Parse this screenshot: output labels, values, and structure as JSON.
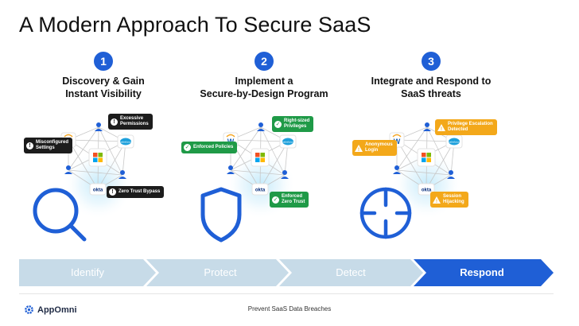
{
  "slide": {
    "title": "A Modern Approach To Secure SaaS"
  },
  "steps": [
    {
      "number": "1",
      "title": "Discovery & Gain\nInstant Visibility",
      "badges": [
        "Excessive\nPermissions",
        "Misconfigured\nSettings",
        "Zero Trust Bypass"
      ],
      "badge_style": "dark",
      "badge_icon": "!",
      "emblem": "magnifier-icon"
    },
    {
      "number": "2",
      "title": "Implement a\nSecure-by-Design Program",
      "badges": [
        "Right-sized\nPrivileges",
        "Enforced Policies",
        "Enforced\nZero Trust"
      ],
      "badge_style": "green",
      "badge_icon": "✓",
      "emblem": "shield-icon"
    },
    {
      "number": "3",
      "title": "Integrate and Respond to\nSaaS threats",
      "badges": [
        "Privilege Escalation\nDetected",
        "Anonymous\nLogin",
        "Session\nHijacking"
      ],
      "badge_style": "amber",
      "badge_icon": "!",
      "emblem": "crosshair-icon"
    }
  ],
  "network_icons": {
    "workday": "W",
    "okta": "okta",
    "salesforce": "salesforce",
    "microsoft": "microsoft-logo-icon",
    "user": "user-icon"
  },
  "phases": [
    {
      "label": "Identify",
      "active": false
    },
    {
      "label": "Protect",
      "active": false
    },
    {
      "label": "Detect",
      "active": false
    },
    {
      "label": "Respond",
      "active": true
    }
  ],
  "colors": {
    "accent_blue": "#1f5fd6",
    "phase_inactive": "#c7dbe8",
    "dark_badge": "#1c1c1c",
    "green_badge": "#1f9a47",
    "amber_badge": "#f3a81a"
  },
  "footer": {
    "logo_text": "AppOmni",
    "caption": "Prevent SaaS Data Breaches"
  }
}
